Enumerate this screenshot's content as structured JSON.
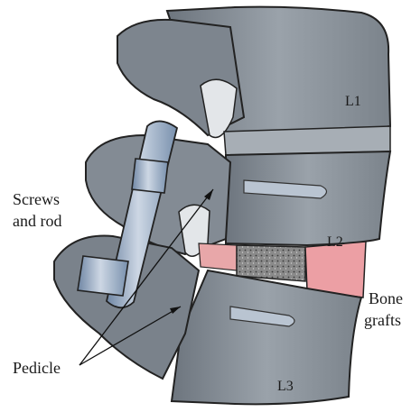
{
  "diagram": {
    "vertebrae": {
      "l1": "L1",
      "l2": "L2",
      "l3": "L3"
    },
    "callouts": {
      "screws_line1": "Screws",
      "screws_line2": "and rod",
      "bone_line1": "Bone",
      "bone_line2": "grafts",
      "pedicle": "Pedicle"
    },
    "colors": {
      "bone_dark": "#5f6770",
      "bone_mid": "#8c949c",
      "bone_light": "#c6ccd2",
      "hardware": "#8fa3bd",
      "graft": "#e8a7a9",
      "cage": "#7a7a7a",
      "outline": "#222222"
    }
  }
}
